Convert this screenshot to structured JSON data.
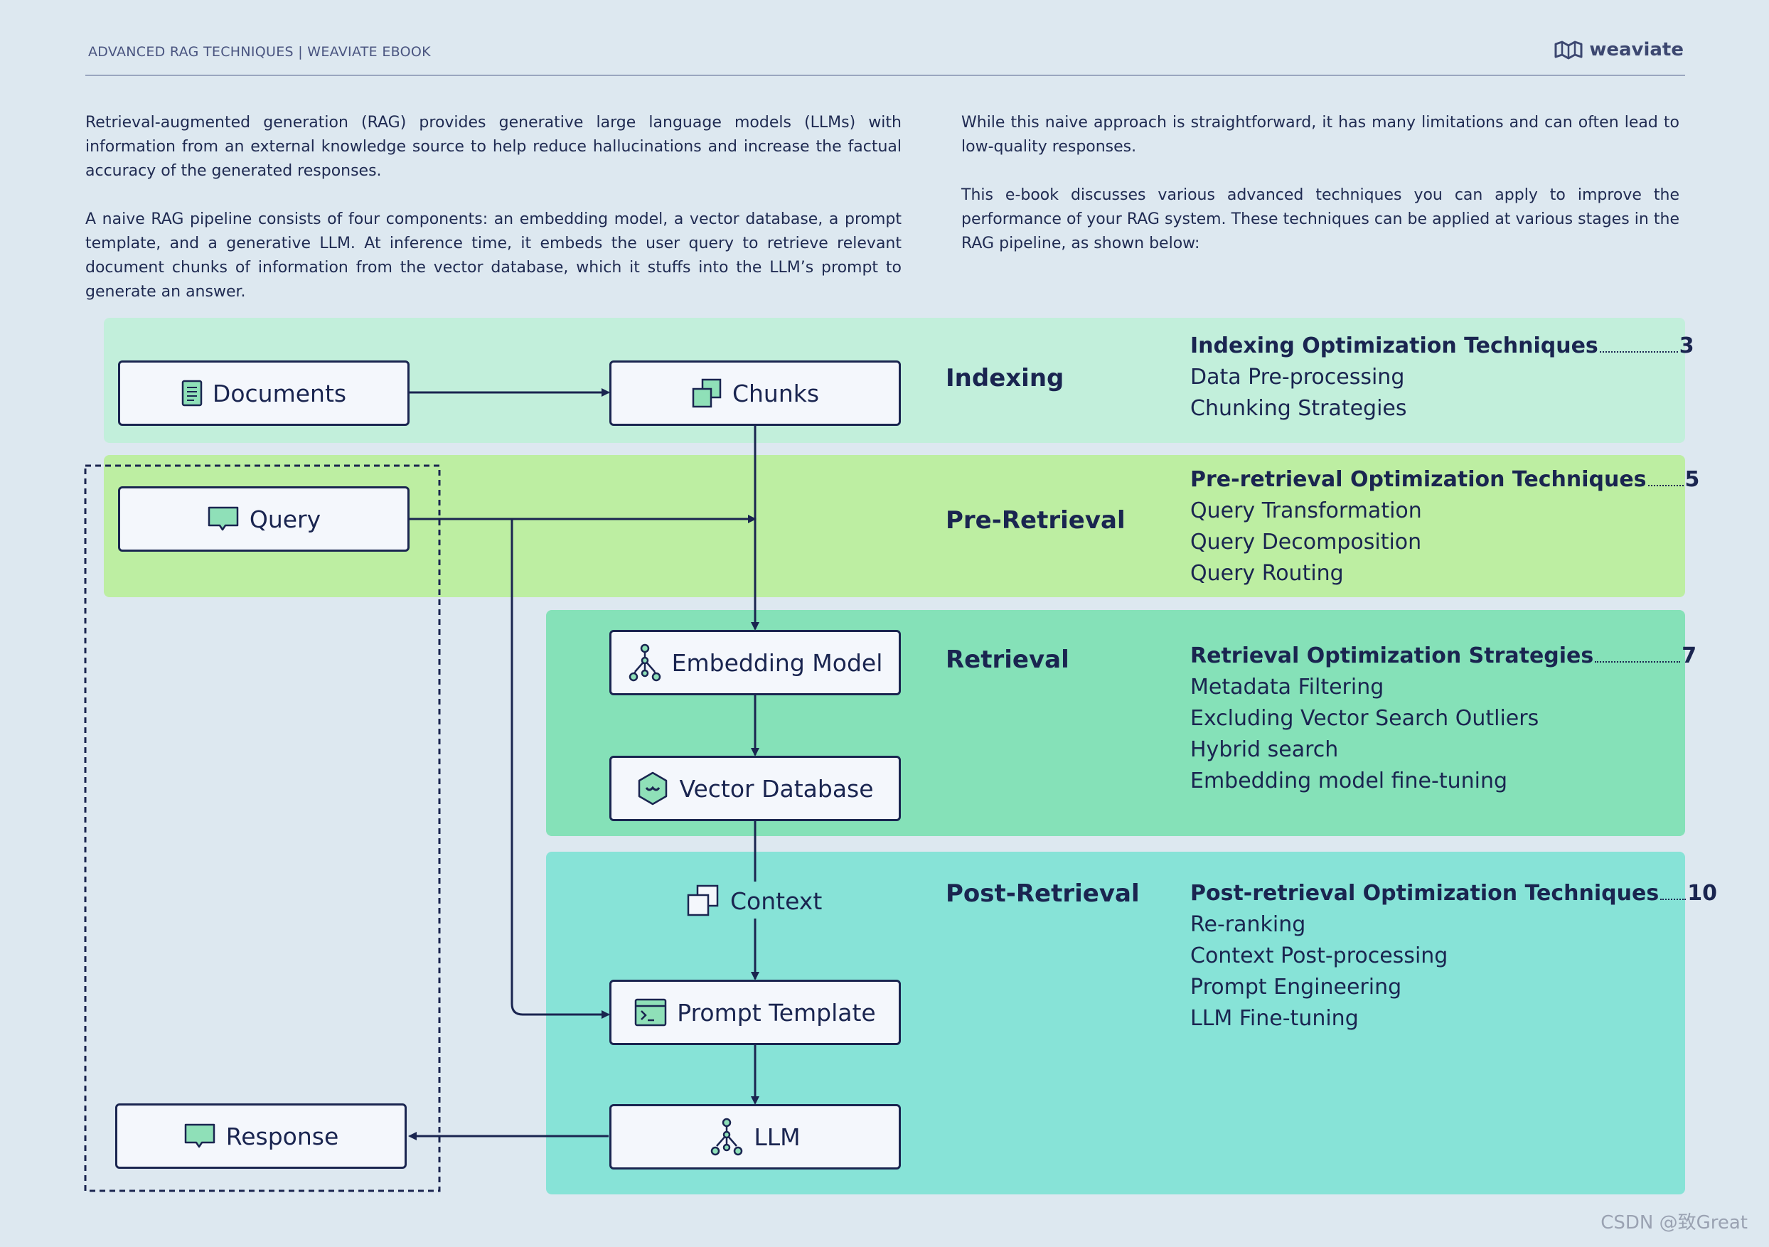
{
  "header": {
    "title": "ADVANCED RAG TECHNIQUES | WEAVIATE EBOOK",
    "brand": "weaviate"
  },
  "intro": {
    "left": [
      "Retrieval-augmented generation (RAG) provides generative large language models (LLMs) with information from an external knowledge source to help reduce hallucinations and increase the factual accuracy of the generated responses.",
      "A naive RAG pipeline consists of four components: an embedding model, a vector database, a prompt template, and a generative LLM. At inference time, it embeds the user query to retrieve relevant document chunks of information from the vector database, which it stuffs into the LLM’s prompt to generate an answer."
    ],
    "right": [
      "While this naive approach is straightforward, it has many limitations and can often lead to low-quality responses.",
      "This e-book discusses various advanced techniques you can apply to improve the performance of your RAG system. These techniques can be applied at various stages in the RAG pipeline, as shown below:"
    ]
  },
  "colors": {
    "background": "#dde8f0",
    "indexing": "#c2efdb",
    "pre_retrieval": "#bdeea2",
    "retrieval": "#85e1b8",
    "post_retrieval": "#87e3d7",
    "ink": "#1a2550"
  },
  "nodes": {
    "documents": {
      "label": "Documents",
      "icon": "document-icon"
    },
    "chunks": {
      "label": "Chunks",
      "icon": "chunks-icon"
    },
    "query": {
      "label": "Query",
      "icon": "chat-bubble-icon"
    },
    "embedding_model": {
      "label": "Embedding Model",
      "icon": "network-icon"
    },
    "vector_database": {
      "label": "Vector Database",
      "icon": "hexagon-icon"
    },
    "context": {
      "label": "Context",
      "icon": "context-icon"
    },
    "prompt_template": {
      "label": "Prompt Template",
      "icon": "terminal-icon"
    },
    "llm": {
      "label": "LLM",
      "icon": "network-icon"
    },
    "response": {
      "label": "Response",
      "icon": "chat-bubble-icon"
    }
  },
  "stages": {
    "indexing": {
      "name": "Indexing",
      "heading": "Indexing Optimization Techniques",
      "page": "3",
      "items": [
        "Data Pre-processing",
        "Chunking Strategies"
      ]
    },
    "pre_retrieval": {
      "name": "Pre-Retrieval",
      "heading": "Pre-retrieval Optimization Techniques",
      "page": "5",
      "items": [
        "Query Transformation",
        "Query Decomposition",
        "Query Routing"
      ]
    },
    "retrieval": {
      "name": "Retrieval",
      "heading": "Retrieval Optimization Strategies",
      "page": "7",
      "items": [
        "Metadata Filtering",
        "Excluding Vector Search Outliers",
        "Hybrid search",
        "Embedding model fine-tuning"
      ]
    },
    "post_retrieval": {
      "name": "Post-Retrieval",
      "heading": "Post-retrieval Optimization Techniques",
      "page": "10",
      "items": [
        "Re-ranking",
        "Context Post-processing",
        "Prompt Engineering",
        "LLM Fine-tuning"
      ]
    }
  },
  "watermark": "CSDN @致Great"
}
